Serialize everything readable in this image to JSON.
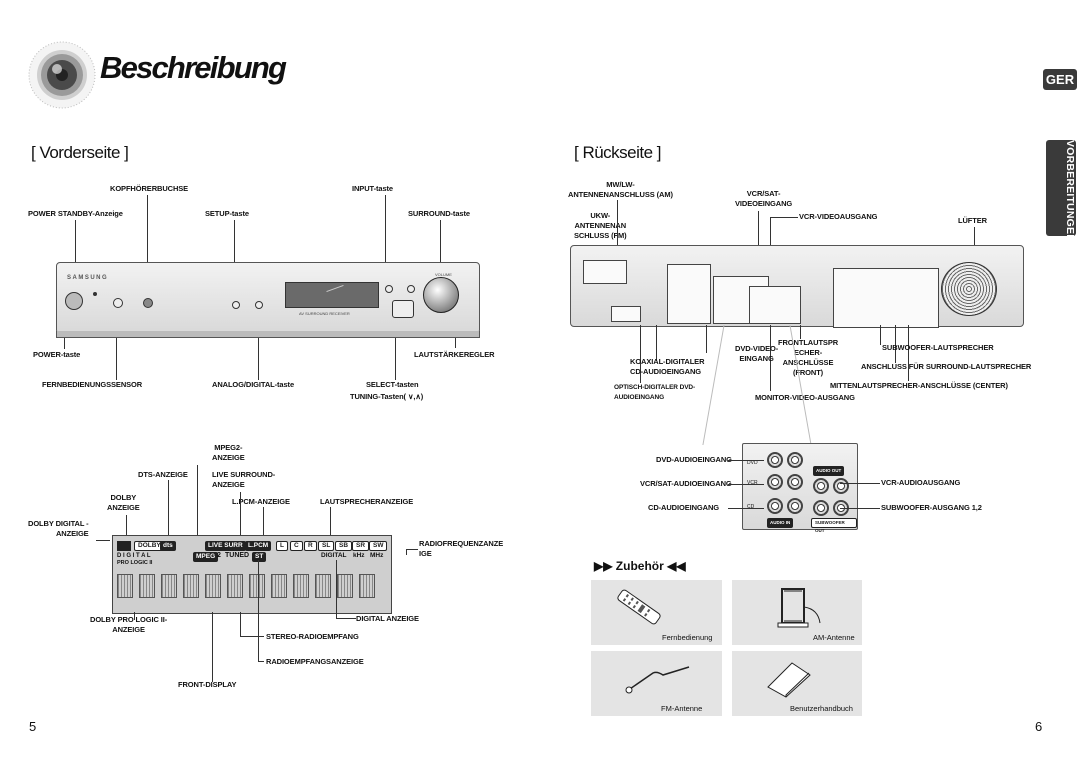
{
  "header": {
    "title": "Beschreibung",
    "lang_badge": "GER",
    "side_tab": "VORBEREITUNGEN"
  },
  "front": {
    "heading": "[ Vorderseite ]",
    "labels": {
      "kopfhoerer": "KOPFHÖRERBUCHSE",
      "input": "INPUT-taste",
      "standby": "POWER STANDBY-Anzeige",
      "setup": "SETUP-taste",
      "surround": "SURROUND-taste",
      "power": "POWER-taste",
      "lautstaerke": "LAUTSTÄRKEREGLER",
      "fernsensor": "FERNBEDIENUNGSSENSOR",
      "analog": "ANALOG/DIGITAL-taste",
      "select": "SELECT-tasten",
      "tuning": "TUNING-Tasten( ∨,∧)"
    },
    "device_text": {
      "brand": "SAMSUNG",
      "surround_receiver": "AV SURROUND RECEIVER",
      "volume": "VOLUME"
    }
  },
  "display": {
    "labels": {
      "mpeg2": "MPEG2-\nANZEIGE",
      "dts": "DTS-ANZEIGE",
      "live": "LIVE SURROUND-\nANZEIGE",
      "dolby": "DOLBY\nANZEIGE",
      "lpcm": "L.PCM-ANZEIGE",
      "lautsprecher": "LAUTSPRECHERANZEIGE",
      "dolby_digital": "DOLBY DIGITAL -\nANZEIGE",
      "radiofrequenz": "RADIOFREQUENZANZE\nIGE",
      "prologic": "DOLBY PRO LOGIC II-\nANZEIGE",
      "digital_anzeige": "DIGITAL ANZEIGE",
      "stereo": "STEREO-RADIOEMPFANG",
      "radioempfang": "RADIOEMPFANGSANZEIGE",
      "front_display": "FRONT-DISPLAY"
    },
    "panel_text": {
      "dolby": "DOLBY",
      "dts": "dts",
      "digital": "D I G I T A L",
      "prologic": "PRO LOGIC II",
      "live_surr": "LIVE SURR",
      "lpcm": "L.PCM",
      "mpeg": "MPEG",
      "two": "2",
      "tuned": "TUNED",
      "st": "ST",
      "digital_r": "DIGITAL",
      "khz": "kHz",
      "mhz": "MHz",
      "speakers": [
        "L",
        "C",
        "R",
        "SL",
        "SB",
        "SR",
        "SW"
      ]
    }
  },
  "rear": {
    "heading": "[ Rückseite ]",
    "labels": {
      "mw": "MW/LW-\nANTENNENANSCHLUSS (AM)",
      "vcr_sat": "VCR/SAT-\nVIDEOEINGANG",
      "ukw": "UKW-\nANTENNENAN\nSCHLUSS (FM)",
      "vcr_video": "VCR-VIDEOAUSGANG",
      "luefter": "LÜFTER",
      "dvd_video": "DVD-VIDEO-\nEINGANG",
      "front_ls": "FRONTLAUTSPR\nECHER-\nANSCHLÜSSE\n(FRONT)",
      "subwoofer_ls": "SUBWOOFER-LAUTSPRECHER",
      "koax": "KOAXIAL-DIGITALER\nCD-AUDIOEINGANG",
      "surround_ls": "ANSCHLUSS FÜR SURROUND-LAUTSPRECHER",
      "optisch": "OPTISCH-DIGITALER DVD-\nAUDIOEINGANG",
      "mittel": "MITTENLAUTSPRECHER-ANSCHLÜSSE (CENTER)",
      "monitor": "MONITOR-VIDEO-AUSGANG"
    },
    "detail_labels": {
      "dvd_audio": "DVD-AUDIOEINGANG",
      "vcr_sat_audio": "VCR/SAT-AUDIOEINGANG",
      "cd_audio": "CD-AUDIOEINGANG",
      "vcr_audio_out": "VCR-AUDIOAUSGANG",
      "sub_out": "SUBWOOFER-AUSGANG 1,2"
    },
    "detail_text": {
      "dvd": "DVD",
      "vcr": "VCR",
      "cd": "CD",
      "audio_out": "AUDIO OUT",
      "audio_in": "AUDIO IN",
      "sub_out": "SUBWOOFER OUT"
    }
  },
  "accessories": {
    "heading": "▶▶ Zubehör ◀◀",
    "items": [
      "Fernbedienung",
      "AM-Antenne",
      "FM-Antenne",
      "Benutzerhandbuch"
    ]
  },
  "pages": {
    "left": "5",
    "right": "6"
  },
  "colors": {
    "badge": "#3a3a3a",
    "device": "#dcdcdc",
    "display": "#cfcfcf",
    "acc_box": "#e4e4e4"
  }
}
